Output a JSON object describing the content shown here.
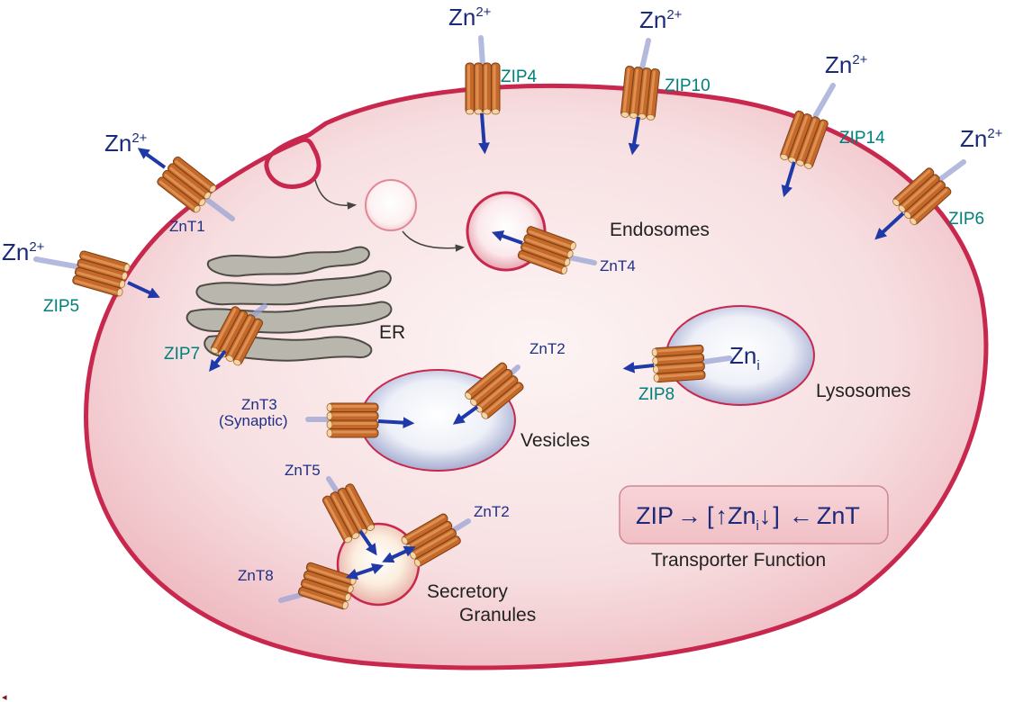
{
  "ions": {
    "zn": "Zn",
    "charge": "2+",
    "zn_i_base": "Zn",
    "zn_i_sub": "i"
  },
  "transporters": {
    "zip4": "ZIP4",
    "zip10": "ZIP10",
    "zip14": "ZIP14",
    "zip6": "ZIP6",
    "zip5": "ZIP5",
    "zip7": "ZIP7",
    "zip8": "ZIP8",
    "znt1": "ZnT1",
    "znt4": "ZnT4",
    "znt2_vesicles": "ZnT2",
    "znt3": "ZnT3",
    "znt3_note": "(Synaptic)",
    "znt5": "ZnT5",
    "znt2_granules": "ZnT2",
    "znt8": "ZnT8"
  },
  "organelles": {
    "endosomes": "Endosomes",
    "er": "ER",
    "lysosomes": "Lysosomes",
    "vesicles": "Vesicles",
    "granules_line1": "Secretory",
    "granules_line2": "Granules"
  },
  "key": {
    "zip": "ZIP",
    "right_arrow": "→",
    "bracket_open": "[",
    "up_arrow": "↑",
    "zn": "Zn",
    "zn_sub": "i",
    "down_arrow": "↓",
    "bracket_close": "]",
    "left_arrow": "←",
    "znt": "ZnT",
    "caption": "Transporter Function"
  },
  "colors": {
    "membrane": "#c8284e",
    "cytoplasm_edge": "#f2c4ca",
    "transporter": "#c4692a",
    "transporter_light": "#f3d6a8",
    "flux_arrow": "#1f3aa8",
    "zip_label": "#00807a",
    "znt_label": "#1f2f86",
    "er_fill": "#b9b6ae"
  }
}
